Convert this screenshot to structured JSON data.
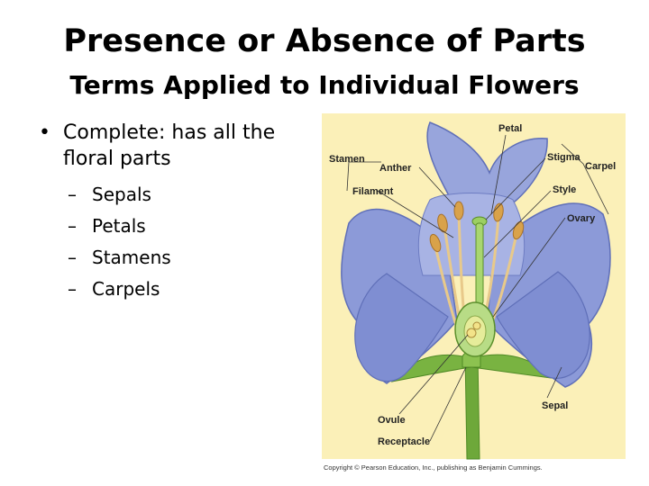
{
  "slide": {
    "title": "Presence or Absence of Parts",
    "subtitle": "Terms Applied to Individual Flowers",
    "bullet": {
      "marker": "•",
      "line1": "Complete: has all the",
      "line2": "floral parts"
    },
    "sub_marker": "–",
    "sub_items": [
      "Sepals",
      "Petals",
      "Stamens",
      "Carpels"
    ]
  },
  "figure": {
    "labels": {
      "petal": "Petal",
      "stigma": "Stigma",
      "carpel": "Carpel",
      "stamen": "Stamen",
      "anther": "Anther",
      "filament": "Filament",
      "style": "Style",
      "ovary": "Ovary",
      "sepal": "Sepal",
      "ovule": "Ovule",
      "receptacle": "Receptacle"
    },
    "copyright": "Copyright © Pearson Education, Inc., publishing as Benjamin Cummings.",
    "colors": {
      "background": "#fbf0b8",
      "petal": "#8c9ad8",
      "petal_edge": "#5f6fb8",
      "stem": "#6ea83a",
      "ovary": "#b8dc86",
      "anther": "#d9a24a"
    }
  }
}
